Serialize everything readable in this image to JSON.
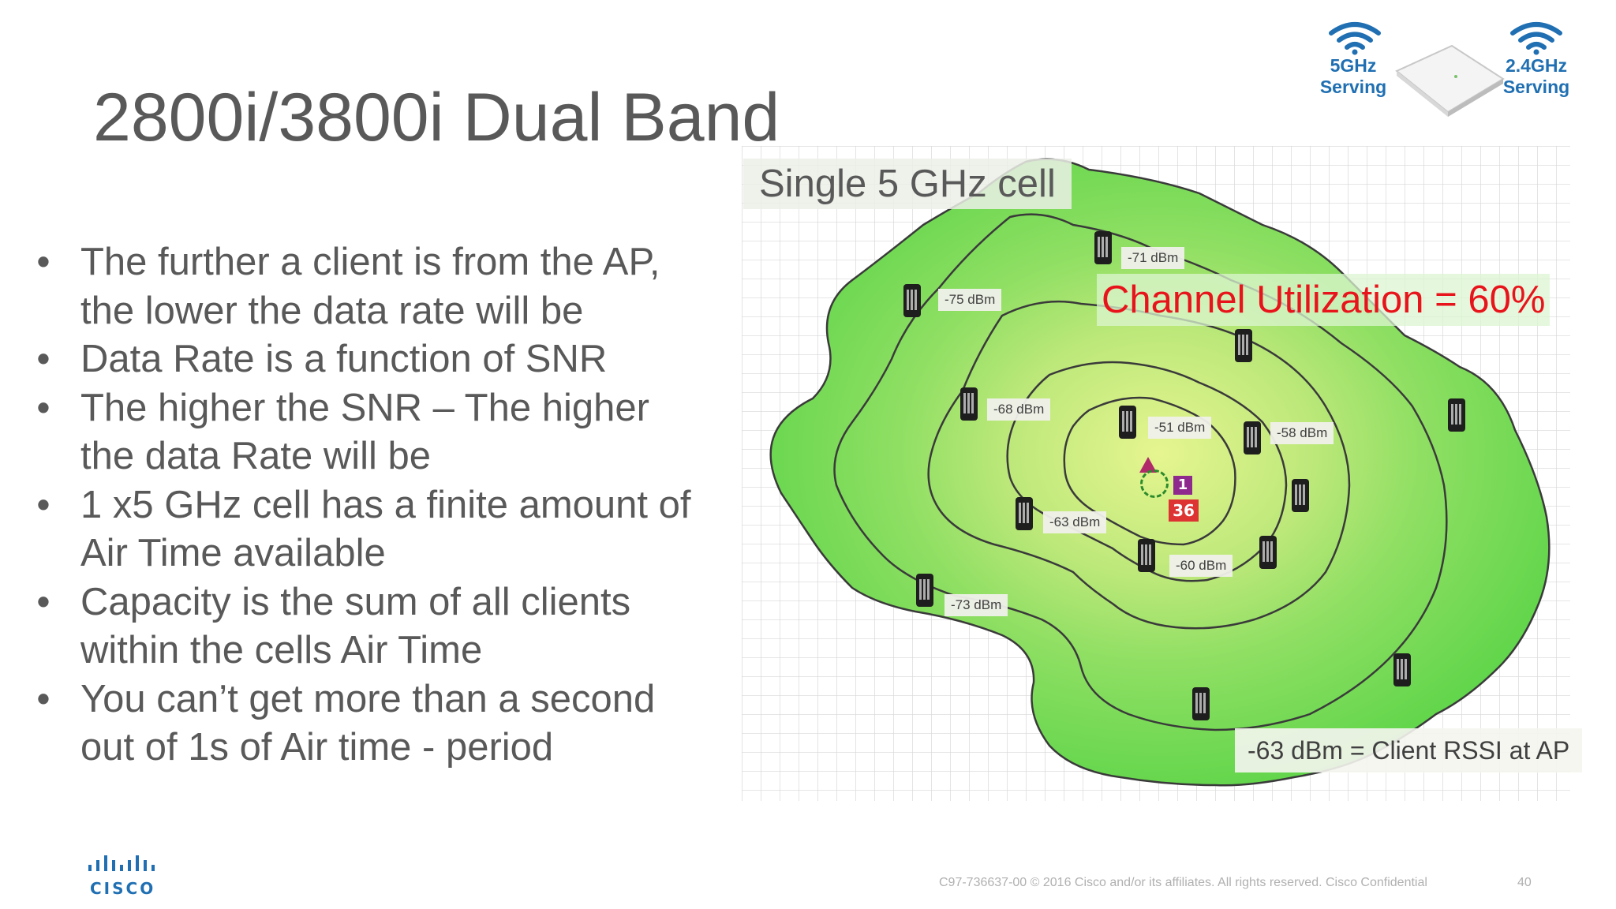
{
  "slide": {
    "title": "2800i/3800i Dual Band",
    "bullets": [
      "The further a client is from the AP, the lower the data rate will be",
      "Data Rate is a function of SNR",
      "The higher the SNR – The higher the data Rate will be",
      "1 x5 GHz cell has a finite amount of Air Time available",
      "Capacity is the sum of all clients within the cells Air Time",
      "You can’t get more than a second out of 1s of Air time - period"
    ],
    "bullet_symbol": "•"
  },
  "ap_legend": {
    "band_5": "5GHz Serving",
    "band_24": "2.4GHz Serving",
    "icons": [
      "wifi-icon",
      "access-point-icon"
    ]
  },
  "map": {
    "cell_title": "Single 5 GHz cell",
    "utilization": "Channel Utilization = 60%",
    "rssi_note": "-63 dBm = Client RSSI at AP",
    "ap_badge_top": "1",
    "ap_badge_bottom": "36",
    "clients": [
      {
        "dbm": "-71 dBm"
      },
      {
        "dbm": "-75 dBm"
      },
      {
        "dbm": "-68 dBm"
      },
      {
        "dbm": "-51 dBm"
      },
      {
        "dbm": "-58 dBm"
      },
      {
        "dbm": "-63 dBm"
      },
      {
        "dbm": "-60 dBm"
      },
      {
        "dbm": "-73 dBm"
      }
    ],
    "colors": {
      "outer": "#5fd54a",
      "inner": "#d2ef7a",
      "contour": "#3f3f3f",
      "utilization": "#e8141b"
    }
  },
  "footer": {
    "brand": "CISCO",
    "copyright": "C97-736637-00 © 2016 Cisco and/or its affiliates. All rights reserved.   Cisco Confidential",
    "page": "40"
  }
}
